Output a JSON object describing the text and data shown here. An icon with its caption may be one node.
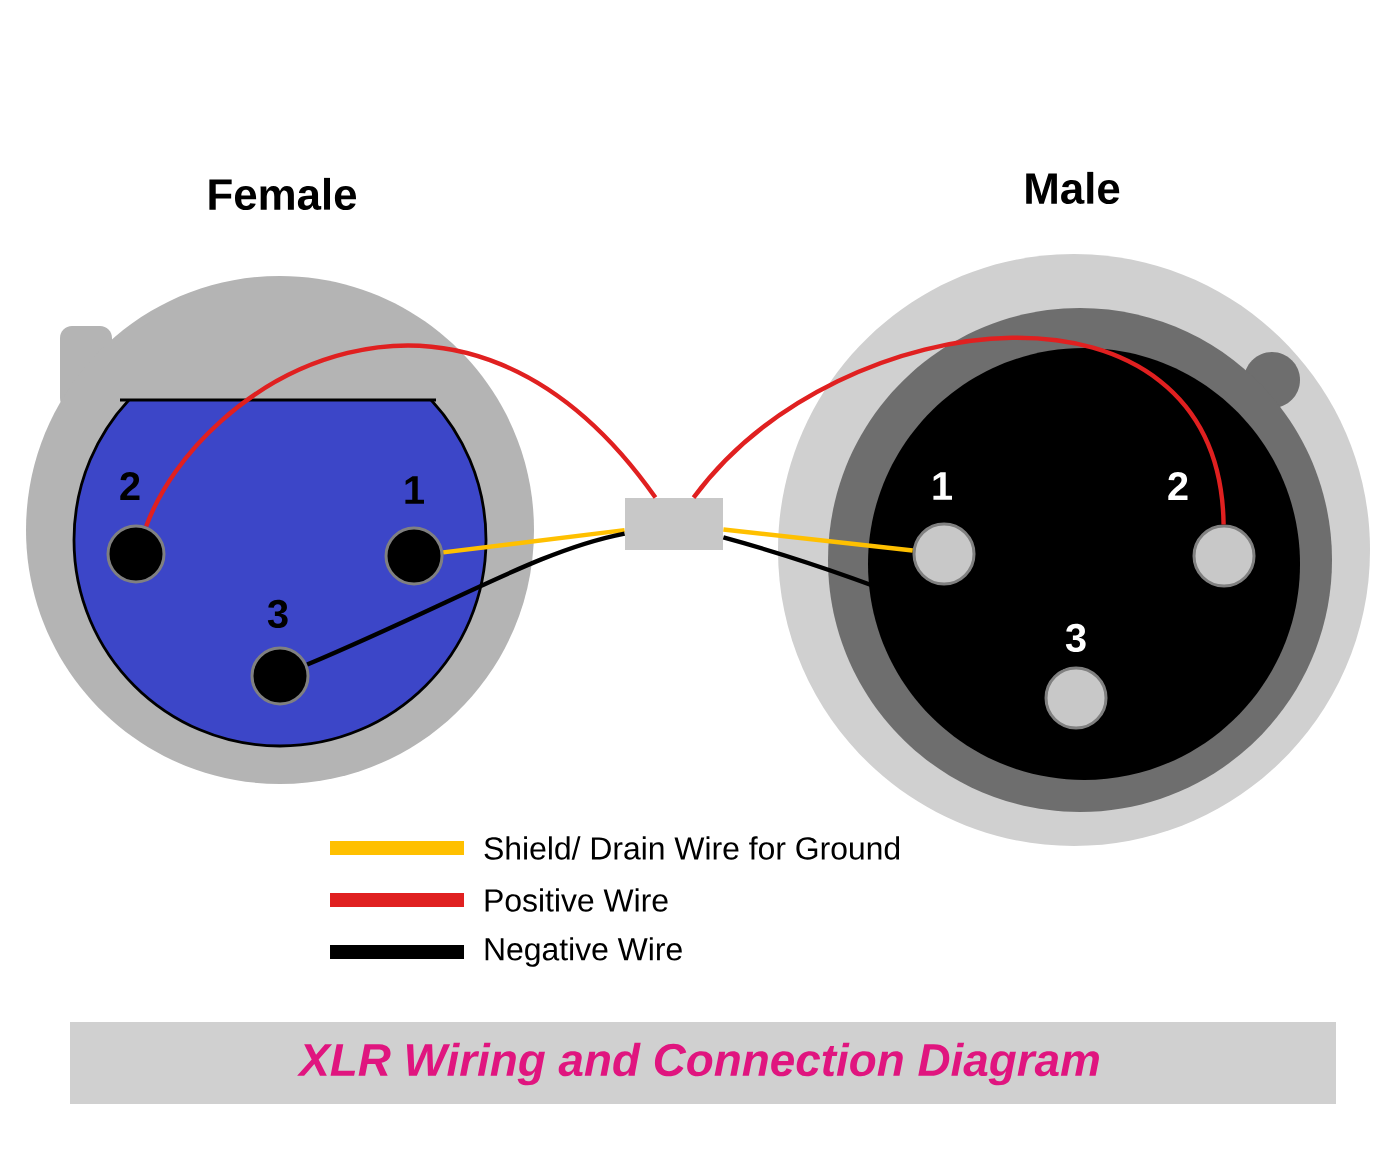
{
  "diagram": {
    "caption": "XLR Wiring and Connection Diagram",
    "nodes": [
      {
        "text": [
          "Female"
        ]
      },
      {
        "text": [
          "2"
        ],
        "in": 0
      },
      {
        "text": [
          "1"
        ],
        "in": 0
      },
      {
        "text": [
          "3"
        ],
        "in": 0
      },
      {
        "text": [],
        "shape": "box"
      },
      {
        "text": [
          "Male"
        ]
      },
      {
        "text": [
          "1"
        ],
        "in": 5
      },
      {
        "text": [
          "2"
        ],
        "in": 5
      },
      {
        "text": [
          "3"
        ],
        "in": 5
      }
    ],
    "edges": [
      {
        "from": 1,
        "to": 4,
        "arrow": "none",
        "color": "#e02020"
      },
      {
        "from": 2,
        "to": 4,
        "arrow": "none",
        "color": "#ffc000"
      },
      {
        "from": 3,
        "to": 4,
        "arrow": "none",
        "color": "#000000"
      },
      {
        "from": 4,
        "to": 6,
        "arrow": "none",
        "color": "#ffc000"
      },
      {
        "from": 4,
        "to": 7,
        "arrow": "none",
        "color": "#e02020"
      },
      {
        "from": 4,
        "to": 8,
        "arrow": "none",
        "color": "#000000"
      }
    ],
    "legend": [
      {
        "text": "Shield/ Drain Wire for Ground",
        "color": "#ffc000"
      },
      {
        "text": "Positive Wire",
        "color": "#e02020"
      },
      {
        "text": "Negative Wire",
        "color": "#000000"
      }
    ]
  }
}
